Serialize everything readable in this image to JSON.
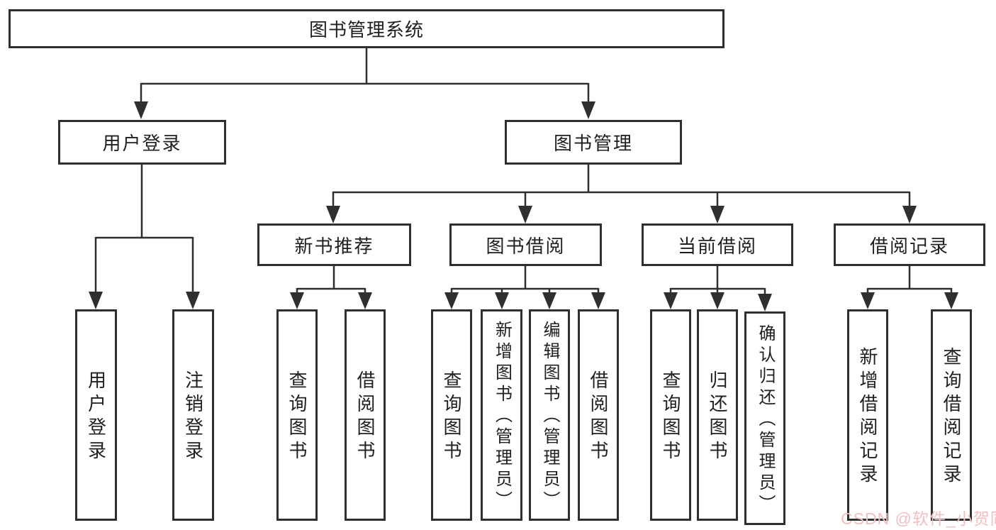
{
  "colors": {
    "line": "#2f2f2f",
    "text": "#1f1f1f",
    "watermark": "#f5bfbf",
    "background": "#ffffff"
  },
  "watermark": {
    "text": "CSDN @软件_小贺同学"
  },
  "tree": {
    "root": {
      "label": "图书管理系统",
      "children": [
        {
          "label": "用户登录",
          "children": [
            {
              "label": "用户登录"
            },
            {
              "label": "注销登录"
            }
          ]
        },
        {
          "label": "图书管理",
          "children": [
            {
              "label": "新书推荐",
              "children": [
                {
                  "label": "查询图书"
                },
                {
                  "label": "借阅图书"
                }
              ]
            },
            {
              "label": "图书借阅",
              "children": [
                {
                  "label": "查询图书"
                },
                {
                  "label": "新增图书（管理员）"
                },
                {
                  "label": "编辑图书（管理员）"
                },
                {
                  "label": "借阅图书"
                }
              ]
            },
            {
              "label": "当前借阅",
              "children": [
                {
                  "label": "查询图书"
                },
                {
                  "label": "归还图书"
                },
                {
                  "label": "确认归还（管理员）"
                }
              ]
            },
            {
              "label": "借阅记录",
              "children": [
                {
                  "label": "新增借阅记录"
                },
                {
                  "label": "查询借阅记录"
                }
              ]
            }
          ]
        }
      ]
    }
  }
}
